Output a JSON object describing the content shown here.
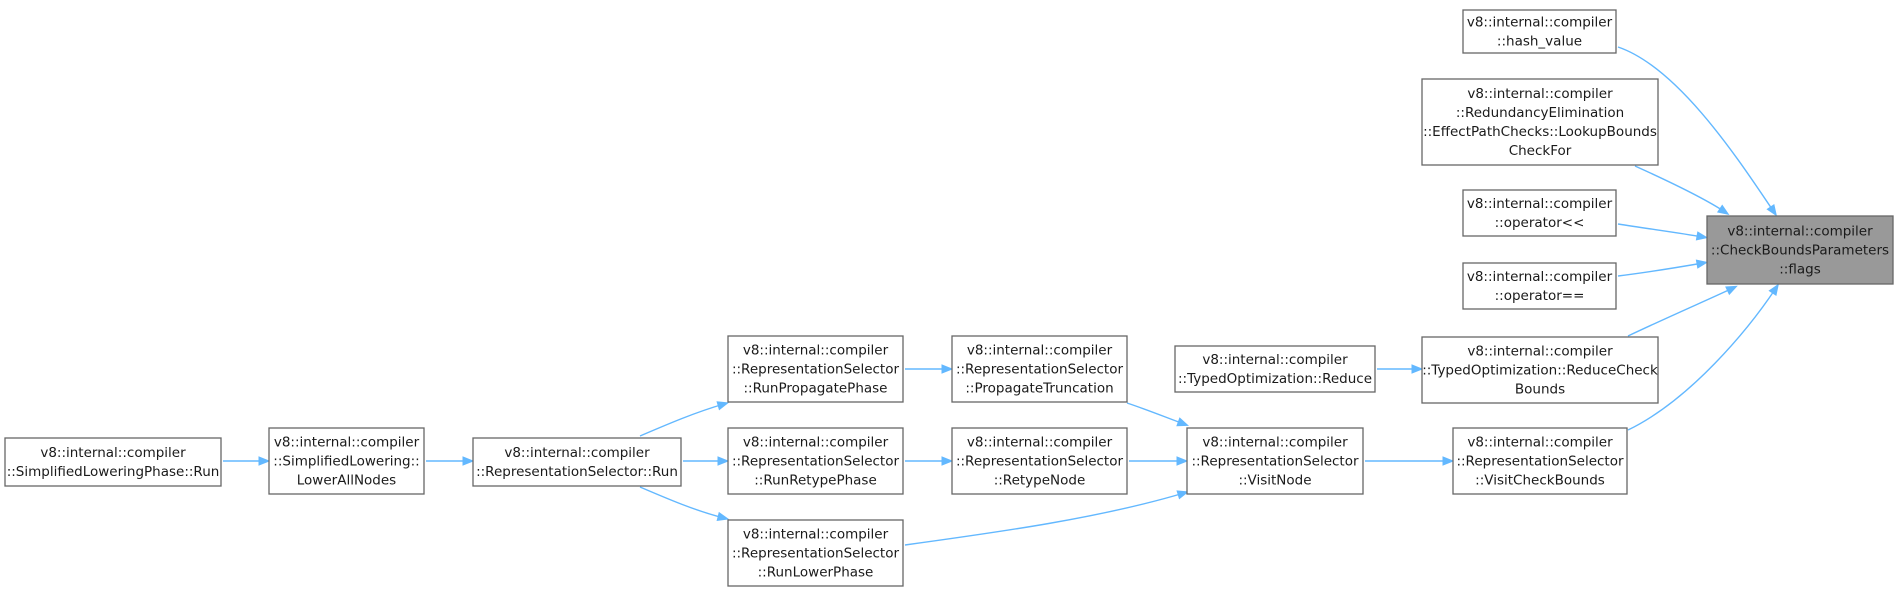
{
  "graph": {
    "edge_color": "#63b8ff",
    "highlight_color": "#999999",
    "nodes": [
      {
        "id": "flags",
        "lines": [
          "v8::internal::compiler",
          "::CheckBoundsParameters",
          "::flags"
        ],
        "highlight": true
      },
      {
        "id": "hash_value",
        "lines": [
          "v8::internal::compiler",
          "::hash_value"
        ]
      },
      {
        "id": "lookup_bounds",
        "lines": [
          "v8::internal::compiler",
          "::RedundancyElimination",
          "::EffectPathChecks::LookupBounds",
          "CheckFor"
        ]
      },
      {
        "id": "operator_shl",
        "lines": [
          "v8::internal::compiler",
          "::operator<<"
        ]
      },
      {
        "id": "operator_eq",
        "lines": [
          "v8::internal::compiler",
          "::operator=="
        ]
      },
      {
        "id": "reduce_check_bounds",
        "lines": [
          "v8::internal::compiler",
          "::TypedOptimization::ReduceCheck",
          "Bounds"
        ]
      },
      {
        "id": "typed_reduce",
        "lines": [
          "v8::internal::compiler",
          "::TypedOptimization::Reduce"
        ]
      },
      {
        "id": "visit_check_bounds",
        "lines": [
          "v8::internal::compiler",
          "::RepresentationSelector",
          "::VisitCheckBounds"
        ]
      },
      {
        "id": "visit_node",
        "lines": [
          "v8::internal::compiler",
          "::RepresentationSelector",
          "::VisitNode"
        ]
      },
      {
        "id": "propagate_truncation",
        "lines": [
          "v8::internal::compiler",
          "::RepresentationSelector",
          "::PropagateTruncation"
        ]
      },
      {
        "id": "retype_node",
        "lines": [
          "v8::internal::compiler",
          "::RepresentationSelector",
          "::RetypeNode"
        ]
      },
      {
        "id": "run_propagate",
        "lines": [
          "v8::internal::compiler",
          "::RepresentationSelector",
          "::RunPropagatePhase"
        ]
      },
      {
        "id": "run_retype",
        "lines": [
          "v8::internal::compiler",
          "::RepresentationSelector",
          "::RunRetypePhase"
        ]
      },
      {
        "id": "run_lower",
        "lines": [
          "v8::internal::compiler",
          "::RepresentationSelector",
          "::RunLowerPhase"
        ]
      },
      {
        "id": "rs_run",
        "lines": [
          "v8::internal::compiler",
          "::RepresentationSelector::Run"
        ]
      },
      {
        "id": "lower_all_nodes",
        "lines": [
          "v8::internal::compiler",
          "::SimplifiedLowering::",
          "LowerAllNodes"
        ]
      },
      {
        "id": "phase_run",
        "lines": [
          "v8::internal::compiler",
          "::SimplifiedLoweringPhase::Run"
        ]
      }
    ],
    "edges": [
      {
        "from": "hash_value",
        "to": "flags"
      },
      {
        "from": "lookup_bounds",
        "to": "flags"
      },
      {
        "from": "operator_shl",
        "to": "flags"
      },
      {
        "from": "operator_eq",
        "to": "flags"
      },
      {
        "from": "reduce_check_bounds",
        "to": "flags"
      },
      {
        "from": "visit_check_bounds",
        "to": "flags"
      },
      {
        "from": "typed_reduce",
        "to": "reduce_check_bounds"
      },
      {
        "from": "visit_node",
        "to": "visit_check_bounds"
      },
      {
        "from": "propagate_truncation",
        "to": "visit_node"
      },
      {
        "from": "retype_node",
        "to": "visit_node"
      },
      {
        "from": "run_lower",
        "to": "visit_node"
      },
      {
        "from": "run_propagate",
        "to": "propagate_truncation"
      },
      {
        "from": "run_retype",
        "to": "retype_node"
      },
      {
        "from": "rs_run",
        "to": "run_propagate"
      },
      {
        "from": "rs_run",
        "to": "run_retype"
      },
      {
        "from": "rs_run",
        "to": "run_lower"
      },
      {
        "from": "lower_all_nodes",
        "to": "rs_run"
      },
      {
        "from": "phase_run",
        "to": "lower_all_nodes"
      }
    ]
  }
}
